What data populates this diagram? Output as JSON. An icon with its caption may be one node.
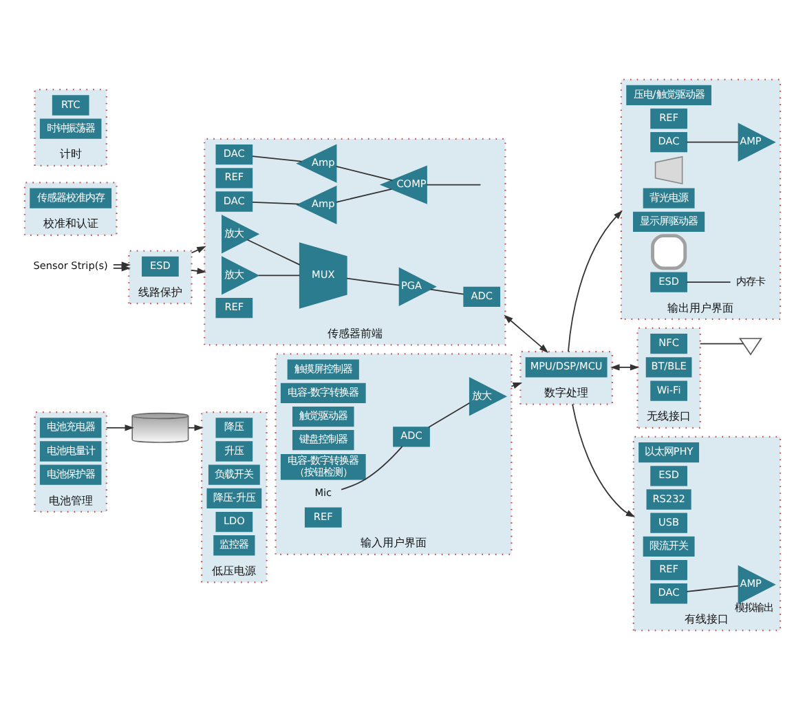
{
  "diagram": {
    "nodes": [
      {
        "text": [
          "电池管理"
        ]
      },
      {
        "text": [
          "电池充电器"
        ],
        "in": 0
      },
      {
        "text": [
          "电池电量计"
        ],
        "in": 0
      },
      {
        "text": [
          "电池保护器"
        ],
        "in": 0
      },
      {
        "text": [],
        "shape": "battery"
      },
      {
        "text": [
          "低压电源"
        ]
      },
      {
        "text": [
          "降压"
        ],
        "in": 5
      },
      {
        "text": [
          "升压"
        ],
        "in": 5
      },
      {
        "text": [
          "负载开关"
        ],
        "in": 5
      },
      {
        "text": [
          "降压-升压"
        ],
        "in": 5
      },
      {
        "text": [
          "LDO"
        ],
        "in": 5
      },
      {
        "text": [
          "监控器"
        ],
        "in": 5
      },
      {
        "text": [],
        "shape": "antenna"
      },
      {
        "text": [
          "无线接口"
        ]
      },
      {
        "text": [
          "NFC"
        ],
        "in": 13
      },
      {
        "text": [
          "BT/BLE"
        ],
        "in": 13
      },
      {
        "text": [
          "Wi-Fi"
        ],
        "in": 13
      },
      {
        "text": [
          "校准和认证"
        ]
      },
      {
        "text": [
          "传感器校准内存"
        ],
        "in": 17
      },
      {
        "text": [
          "传感器前端"
        ]
      },
      {
        "text": [
          "Amp"
        ],
        "in": 19
      },
      {
        "text": [
          "DAC"
        ],
        "in": 19
      },
      {
        "text": [
          "REF"
        ],
        "in": 19
      },
      {
        "text": [
          "COMP"
        ],
        "in": 19
      },
      {
        "text": [
          "Amp"
        ],
        "in": 19
      },
      {
        "text": [
          "DAC"
        ],
        "in": 19
      },
      {
        "text": [
          "放大"
        ],
        "in": 19
      },
      {
        "text": [
          "放大"
        ],
        "in": 19
      },
      {
        "text": [
          "MUX"
        ],
        "in": 19
      },
      {
        "text": [
          "PGA"
        ],
        "in": 19
      },
      {
        "text": [
          "REF"
        ],
        "in": 19
      },
      {
        "text": [
          "ADC"
        ],
        "in": 19
      },
      {
        "text": [
          "计时"
        ]
      },
      {
        "text": [
          "RTC"
        ],
        "in": 32
      },
      {
        "text": [
          "时钟振荡器"
        ],
        "in": 32
      },
      {
        "text": [
          "线路保护"
        ]
      },
      {
        "text": [
          "ESD"
        ],
        "in": 35
      },
      {
        "text": [
          "数字处理"
        ]
      },
      {
        "text": [
          "MPU/DSP/MCU"
        ],
        "in": 37
      },
      {
        "text": [
          "输出用户界面"
        ]
      },
      {
        "text": [
          "压电/触觉驱动器"
        ],
        "in": 39
      },
      {
        "text": [
          "REF"
        ],
        "in": 39
      },
      {
        "text": [
          "DAC"
        ],
        "in": 39
      },
      {
        "text": [
          "AMP"
        ],
        "in": 39
      },
      {
        "text": [],
        "shape": "speaker",
        "in": 39
      },
      {
        "text": [
          "背光电源"
        ],
        "in": 39
      },
      {
        "text": [
          "显示屏驱动器"
        ],
        "in": 39
      },
      {
        "text": [],
        "shape": "screen",
        "in": 39
      },
      {
        "text": [
          "ESD"
        ],
        "in": 39
      },
      {
        "text": [
          "内存卡"
        ],
        "in": 39
      },
      {
        "text": [
          "输入用户界面"
        ]
      },
      {
        "text": [
          "触摸屏控制器"
        ],
        "in": 50
      },
      {
        "text": [
          "电容-数字转换器"
        ],
        "in": 50
      },
      {
        "text": [
          "触觉驱动器"
        ],
        "in": 50
      },
      {
        "text": [
          "键盘控制器"
        ],
        "in": 50
      },
      {
        "text": [
          "电容-数字转换器（按钮检测）"
        ],
        "in": 50
      },
      {
        "text": [
          "Mic"
        ],
        "in": 50
      },
      {
        "text": [
          "ADC"
        ],
        "in": 50
      },
      {
        "text": [
          "REF"
        ],
        "in": 50
      },
      {
        "text": [
          "放大"
        ],
        "in": 50
      },
      {
        "text": [
          "有线接口"
        ]
      },
      {
        "text": [
          "以太网PHY"
        ],
        "in": 60
      },
      {
        "text": [
          "ESD"
        ],
        "in": 60
      },
      {
        "text": [
          "RS232"
        ],
        "in": 60
      },
      {
        "text": [
          "USB"
        ],
        "in": 60
      },
      {
        "text": [
          "限流开关"
        ],
        "in": 60
      },
      {
        "text": [
          "REF"
        ],
        "in": 60
      },
      {
        "text": [
          "DAC"
        ],
        "in": 60
      },
      {
        "text": [
          "AMP"
        ],
        "in": 60,
        "beside": [
          "模拟输出"
        ]
      },
      {
        "text": [
          "Sensor Strip(s)"
        ]
      }
    ],
    "edges": [
      {
        "from": 0,
        "to": 4,
        "arrow": "to"
      },
      {
        "from": 4,
        "to": 5,
        "arrow": "to"
      },
      {
        "from": 13,
        "to": 12,
        "arrow": "none"
      },
      {
        "from": 69,
        "to": 35,
        "arrow": "to"
      },
      {
        "from": 69,
        "to": 35,
        "arrow": "to"
      },
      {
        "from": 35,
        "to": 19,
        "arrow": "to"
      },
      {
        "from": 35,
        "to": 19,
        "arrow": "to"
      },
      {
        "from": 21,
        "to": 20,
        "arrow": "none"
      },
      {
        "from": 25,
        "to": 24,
        "arrow": "none"
      },
      {
        "from": 20,
        "to": 23,
        "arrow": "none"
      },
      {
        "from": 24,
        "to": 23,
        "arrow": "none"
      },
      {
        "from": 23,
        "to": null,
        "arrow": "none"
      },
      {
        "from": 26,
        "to": 28,
        "arrow": "none"
      },
      {
        "from": 27,
        "to": 28,
        "arrow": "none"
      },
      {
        "from": 28,
        "to": 29,
        "arrow": "none"
      },
      {
        "from": 29,
        "to": 31,
        "arrow": "none"
      },
      {
        "from": 19,
        "to": 37,
        "arrow": "both"
      },
      {
        "from": 37,
        "to": 13,
        "arrow": "both"
      },
      {
        "from": 37,
        "to": 39,
        "arrow": "to"
      },
      {
        "from": 50,
        "to": 37,
        "arrow": "to"
      },
      {
        "from": 37,
        "to": 60,
        "arrow": "to"
      },
      {
        "from": 42,
        "to": 43,
        "arrow": "none"
      },
      {
        "from": 48,
        "to": 49,
        "arrow": "none"
      },
      {
        "from": 56,
        "to": 57,
        "arrow": "none"
      },
      {
        "from": 57,
        "to": 59,
        "arrow": "none"
      },
      {
        "from": 67,
        "to": 68,
        "arrow": "none"
      }
    ]
  }
}
